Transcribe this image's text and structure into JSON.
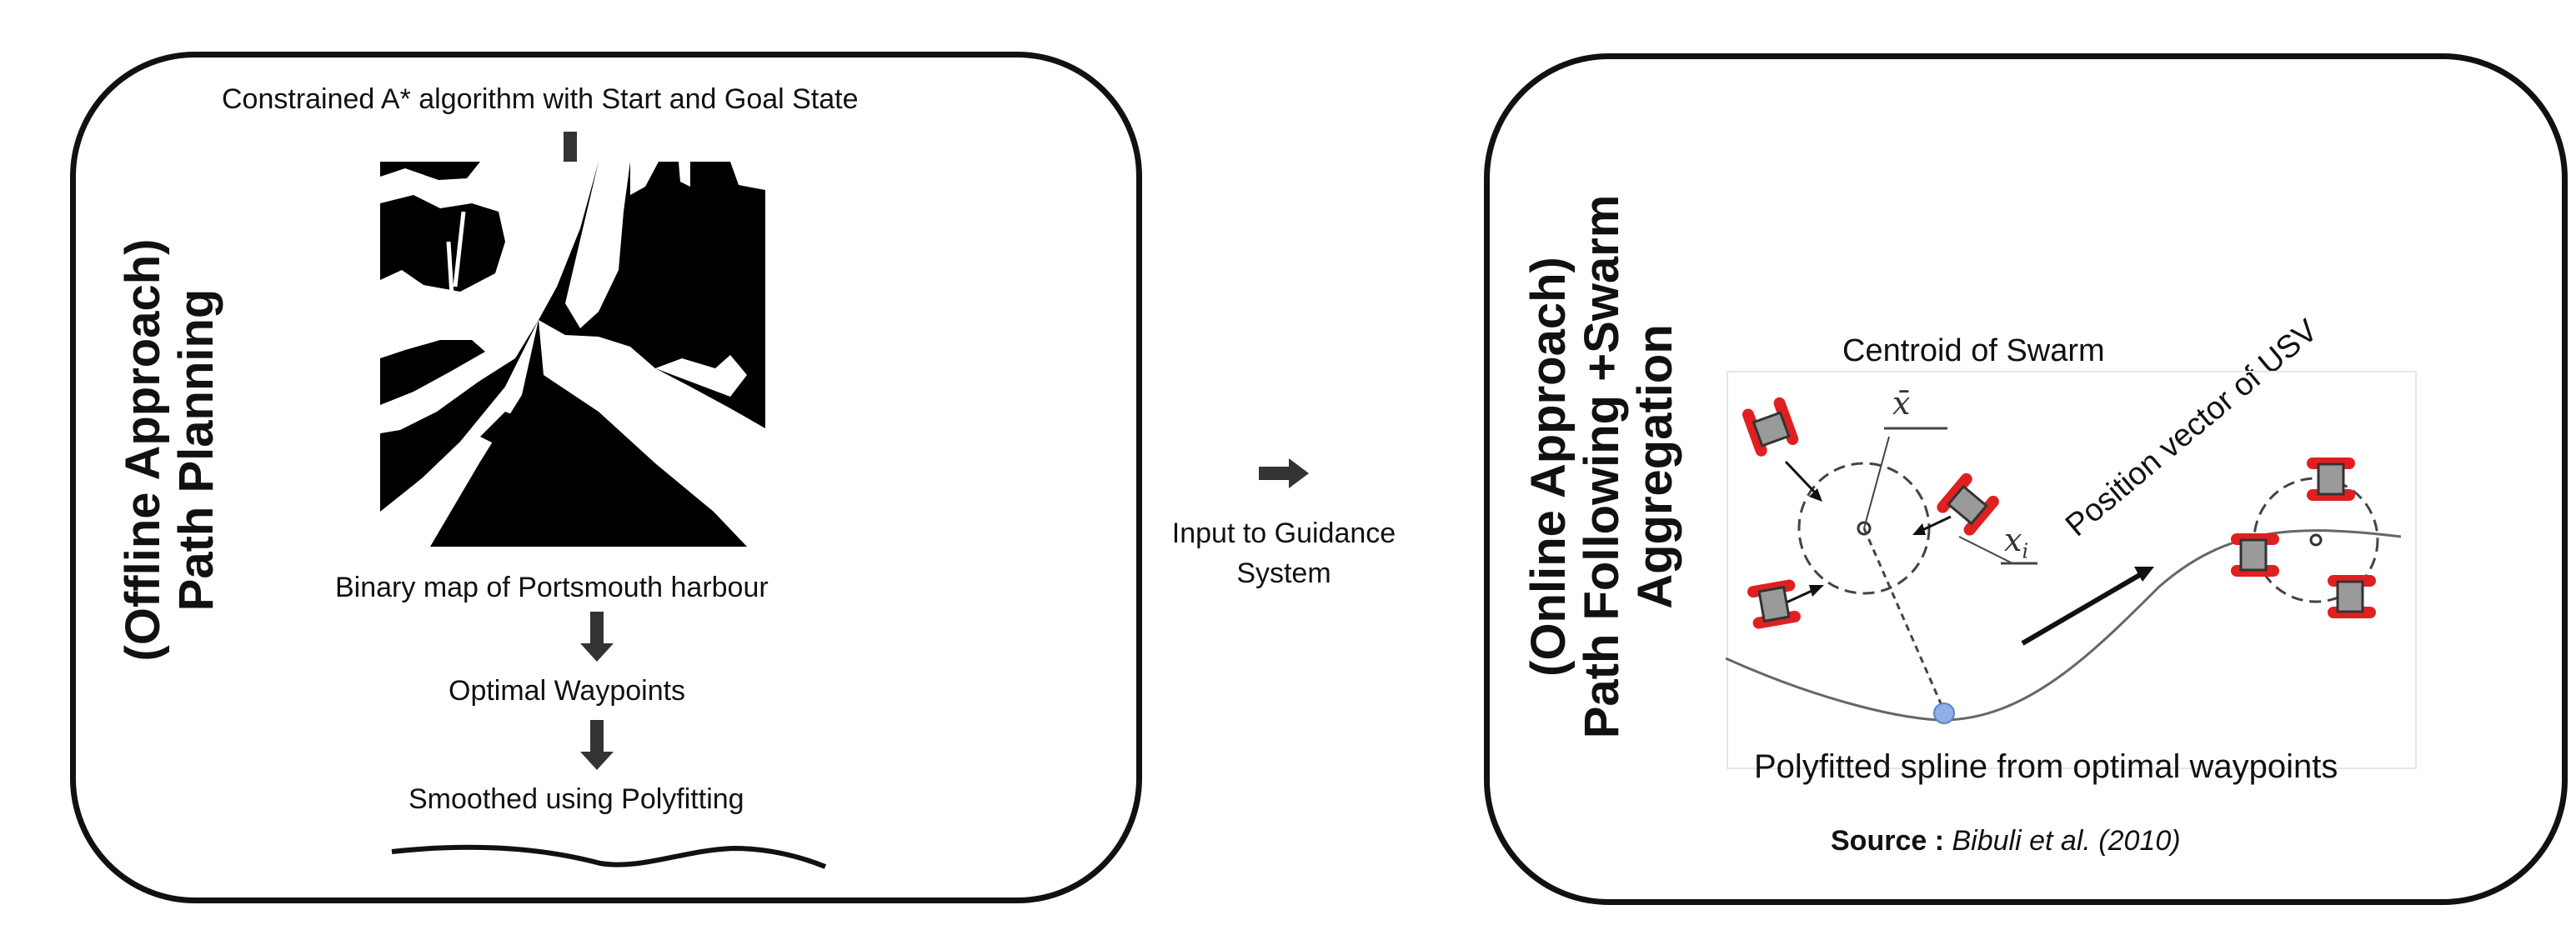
{
  "offline": {
    "title_line1": "(Offline Approach)",
    "title_line2": "Path  Planning",
    "top_caption": "Constrained A* algorithm with Start and Goal State",
    "map_caption": "Binary map of Portsmouth harbour",
    "step1": "Optimal Waypoints",
    "step2": "Smoothed using Polyfitting"
  },
  "middle": {
    "line1": "Input to Guidance",
    "line2": "System"
  },
  "online": {
    "title_line1": "(Online Approach)",
    "title_line2": "Path Following +Swarm",
    "title_line3": "Aggregation",
    "centroid_label": "Centroid of Swarm",
    "position_label": "Position vector of USV",
    "xbar_label": "x̄",
    "xi_label": "x",
    "xi_sub": "i",
    "spline_caption": "Polyfitted  spline  from optimal  waypoints",
    "source_bold": "Source :",
    "source_italic": "Bibuli",
    "source_rest": " et al. (2010)"
  },
  "colors": {
    "border": "#111111",
    "usv_red": "#e02020",
    "usv_body": "#9a9a9a",
    "marker_blue": "#8fb0e6"
  }
}
